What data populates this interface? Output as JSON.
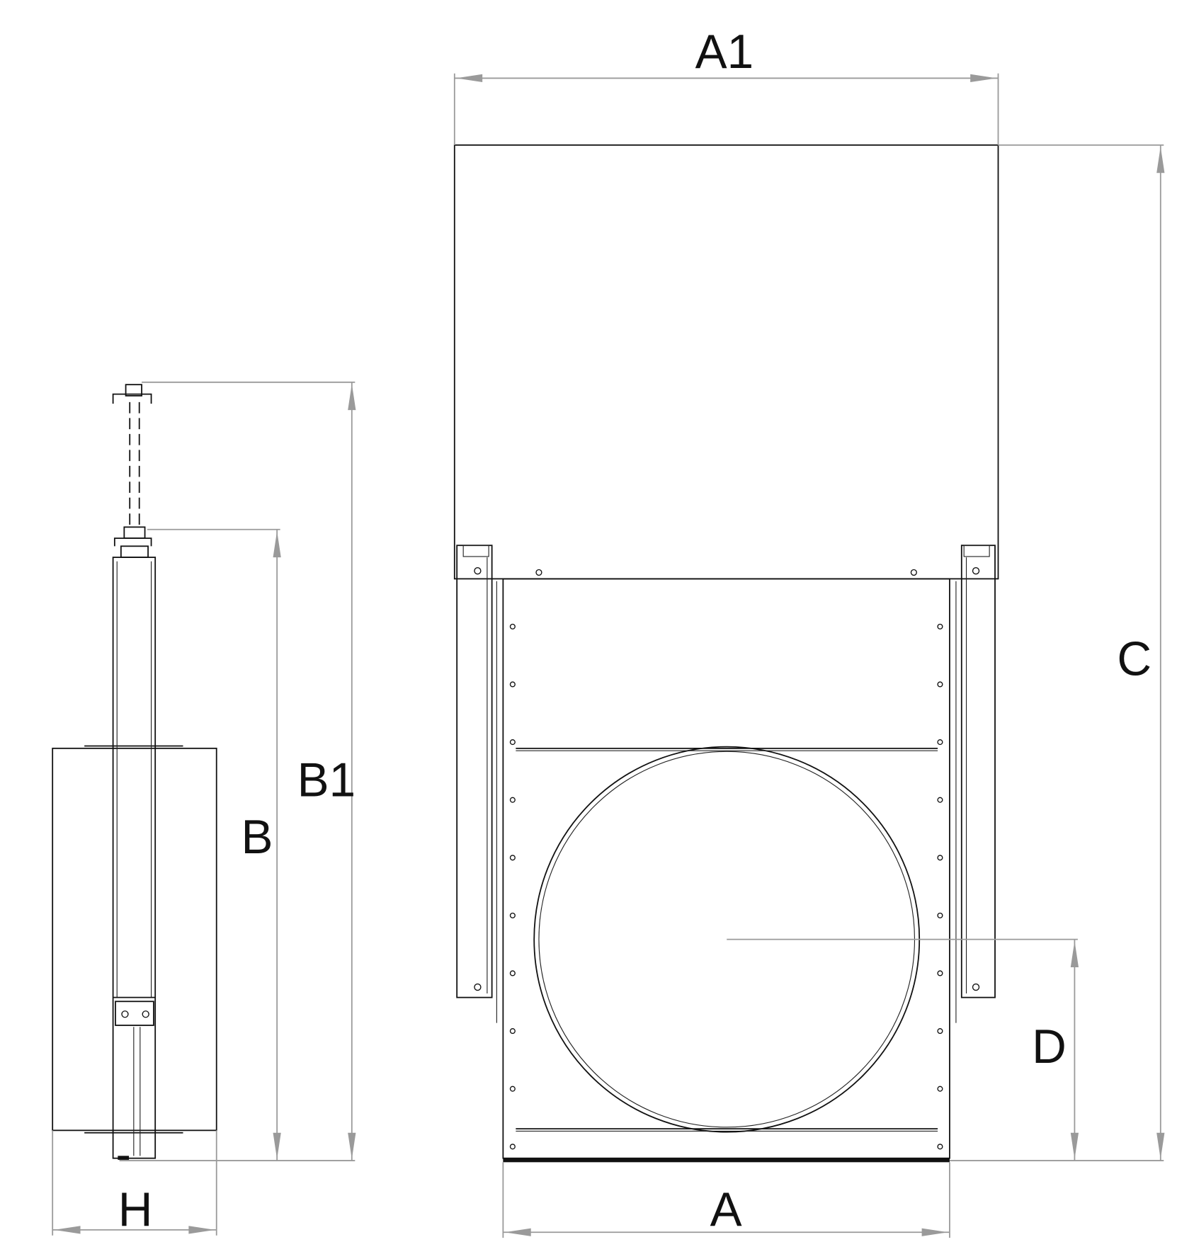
{
  "labels": {
    "a1": "A1",
    "c": "C",
    "d": "D",
    "a": "A",
    "b": "B",
    "b1": "B1",
    "h": "H"
  },
  "colors": {
    "object_line": "#111111",
    "dimension_line": "#9a9a9a"
  }
}
